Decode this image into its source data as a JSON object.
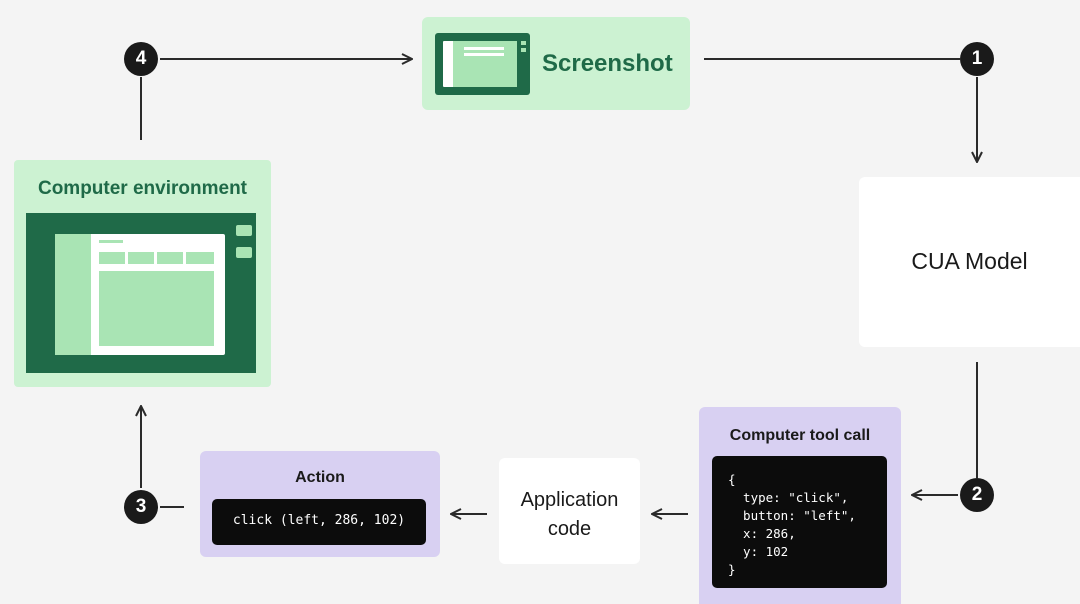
{
  "nodes": {
    "screenshot": {
      "label": "Screenshot"
    },
    "computer_environment": {
      "label": "Computer environment"
    },
    "cua_model": {
      "label": "CUA Model"
    },
    "computer_tool_call": {
      "label": "Computer tool call",
      "code_lines": [
        "{",
        "  type: \"click\",",
        "  button: \"left\",",
        "  x: 286,",
        "  y: 102",
        "}"
      ]
    },
    "application_code": {
      "label": "Application\ncode"
    },
    "action": {
      "label": "Action",
      "code": "click (left, 286, 102)"
    }
  },
  "steps": {
    "one": "1",
    "two": "2",
    "three": "3",
    "four": "4"
  },
  "colors": {
    "background": "#f4f4f4",
    "green_light": "#ccf2d2",
    "green_dark": "#1f6a48",
    "purple_light": "#d8d0f2",
    "code_bg": "#0c0c0c",
    "arrow": "#2a2a2a"
  }
}
